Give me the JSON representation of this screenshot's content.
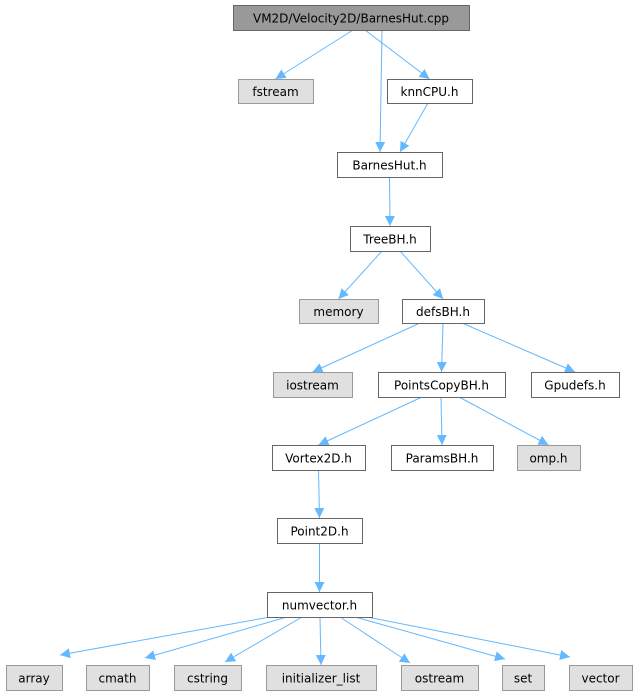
{
  "graph": {
    "colors": {
      "root_fill": "#999999",
      "root_border": "#666666",
      "internal_fill": "#ffffff",
      "internal_border": "#666666",
      "external_fill": "#e0e0e0",
      "external_border": "#999999",
      "edge": "#63b8ff"
    },
    "nodes": [
      {
        "id": "root",
        "label": "VM2D/Velocity2D/BarnesHut.cpp",
        "kind": "root"
      },
      {
        "id": "fstream",
        "label": "fstream",
        "kind": "external"
      },
      {
        "id": "knncpu",
        "label": "knnCPU.h",
        "kind": "internal"
      },
      {
        "id": "barneshut",
        "label": "BarnesHut.h",
        "kind": "internal"
      },
      {
        "id": "treebh",
        "label": "TreeBH.h",
        "kind": "internal"
      },
      {
        "id": "memory",
        "label": "memory",
        "kind": "external"
      },
      {
        "id": "defsbh",
        "label": "defsBH.h",
        "kind": "internal"
      },
      {
        "id": "iostream",
        "label": "iostream",
        "kind": "external"
      },
      {
        "id": "pointscopybh",
        "label": "PointsCopyBH.h",
        "kind": "internal"
      },
      {
        "id": "gpudefs",
        "label": "Gpudefs.h",
        "kind": "internal"
      },
      {
        "id": "vortex2d",
        "label": "Vortex2D.h",
        "kind": "internal"
      },
      {
        "id": "paramsbh",
        "label": "ParamsBH.h",
        "kind": "internal"
      },
      {
        "id": "omp",
        "label": "omp.h",
        "kind": "external"
      },
      {
        "id": "point2d",
        "label": "Point2D.h",
        "kind": "internal"
      },
      {
        "id": "numvector",
        "label": "numvector.h",
        "kind": "internal"
      },
      {
        "id": "array",
        "label": "array",
        "kind": "external"
      },
      {
        "id": "cmath",
        "label": "cmath",
        "kind": "external"
      },
      {
        "id": "cstring",
        "label": "cstring",
        "kind": "external"
      },
      {
        "id": "initializer_list",
        "label": "initializer_list",
        "kind": "external"
      },
      {
        "id": "ostream",
        "label": "ostream",
        "kind": "external"
      },
      {
        "id": "set",
        "label": "set",
        "kind": "external"
      },
      {
        "id": "vector",
        "label": "vector",
        "kind": "external"
      }
    ],
    "edges": [
      [
        "root",
        "fstream"
      ],
      [
        "root",
        "barneshut"
      ],
      [
        "root",
        "knncpu"
      ],
      [
        "knncpu",
        "barneshut"
      ],
      [
        "barneshut",
        "treebh"
      ],
      [
        "treebh",
        "memory"
      ],
      [
        "treebh",
        "defsbh"
      ],
      [
        "defsbh",
        "iostream"
      ],
      [
        "defsbh",
        "pointscopybh"
      ],
      [
        "defsbh",
        "gpudefs"
      ],
      [
        "pointscopybh",
        "vortex2d"
      ],
      [
        "pointscopybh",
        "paramsbh"
      ],
      [
        "pointscopybh",
        "omp"
      ],
      [
        "vortex2d",
        "point2d"
      ],
      [
        "point2d",
        "numvector"
      ],
      [
        "numvector",
        "array"
      ],
      [
        "numvector",
        "cmath"
      ],
      [
        "numvector",
        "cstring"
      ],
      [
        "numvector",
        "initializer_list"
      ],
      [
        "numvector",
        "ostream"
      ],
      [
        "numvector",
        "set"
      ],
      [
        "numvector",
        "vector"
      ]
    ]
  }
}
